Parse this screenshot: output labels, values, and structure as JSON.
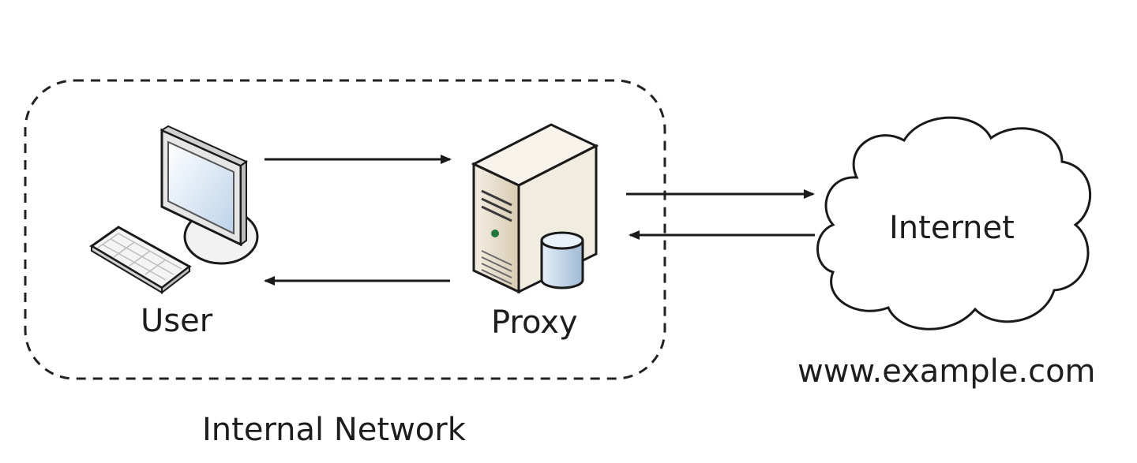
{
  "diagram": {
    "nodes": {
      "user": {
        "label": "User",
        "icon": "desktop-computer-icon"
      },
      "proxy": {
        "label": "Proxy",
        "icon": "server-with-database-icon"
      },
      "internet": {
        "label": "Internet",
        "icon": "cloud-icon",
        "caption": "www.example.com"
      }
    },
    "group": {
      "label": "Internal Network",
      "style": "dashed"
    },
    "edges": [
      {
        "from": "user",
        "to": "proxy"
      },
      {
        "from": "proxy",
        "to": "user"
      },
      {
        "from": "proxy",
        "to": "internet"
      },
      {
        "from": "internet",
        "to": "proxy"
      }
    ],
    "colors": {
      "stroke": "#1a1a1a",
      "server_body": "#e8dfcf",
      "screen": "#cfe0f0",
      "db_cylinder": "#c9ddef"
    }
  }
}
